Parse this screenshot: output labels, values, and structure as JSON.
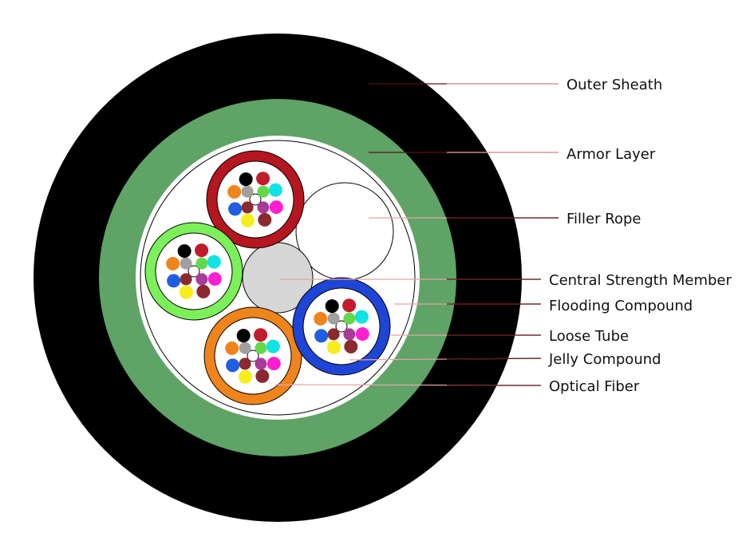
{
  "labels": [
    {
      "key": "outer_sheath",
      "text": "Outer Sheath"
    },
    {
      "key": "armor_layer",
      "text": "Armor Layer"
    },
    {
      "key": "filler_rope",
      "text": "Filler Rope"
    },
    {
      "key": "central_strength_member",
      "text": "Central Strength Member"
    },
    {
      "key": "flooding_compound",
      "text": "Flooding Compound"
    },
    {
      "key": "loose_tube",
      "text": "Loose Tube"
    },
    {
      "key": "jelly_compound",
      "text": "Jelly Compound"
    },
    {
      "key": "optical_fiber",
      "text": "Optical Fiber"
    }
  ],
  "colors": {
    "outer_sheath": "#000000",
    "armor_layer": "#5fa366",
    "inner_area": "#ffffff",
    "central_strength_member": "#d6d6d6",
    "leader_line": "#e8a5a5",
    "leader_line_dark": "#5a1212"
  },
  "loose_tubes": [
    {
      "name": "red-tube",
      "color": "#b5161f"
    },
    {
      "name": "green-tube",
      "color": "#7cf05a"
    },
    {
      "name": "orange-tube",
      "color": "#f0841c"
    },
    {
      "name": "blue-tube",
      "color": "#1f45d6"
    }
  ],
  "fiber_colors": [
    "#1f5ee0",
    "#f0841c",
    "#62d94a",
    "#8a2a30",
    "#a0a0a0",
    "#ffffff",
    "#000000",
    "#a83a9a",
    "#ff1fd0",
    "#c21c2c",
    "#0fe3e3",
    "#f5ee1a"
  ]
}
